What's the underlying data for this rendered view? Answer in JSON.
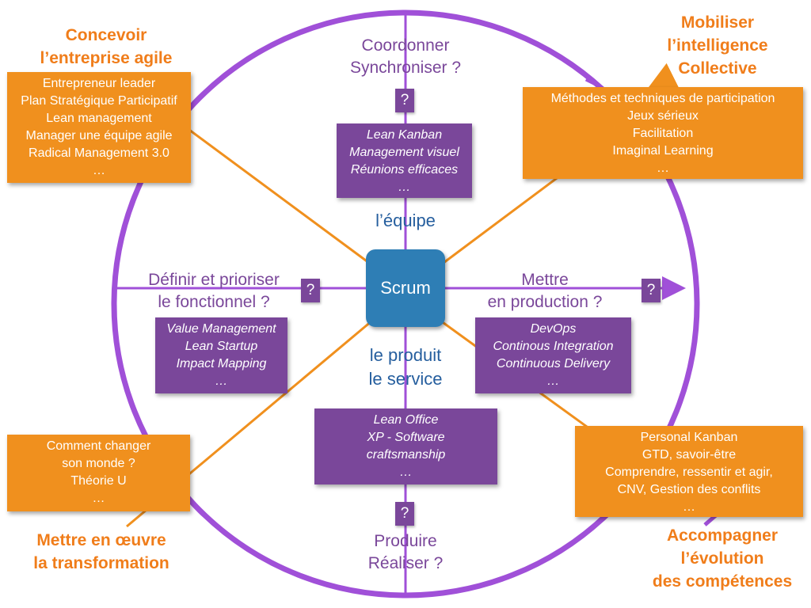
{
  "center": {
    "label": "Scrum"
  },
  "axes": {
    "top": {
      "title": [
        "Coordonner",
        "Synchroniser ?"
      ],
      "q": "?",
      "tag": [
        "l’équipe"
      ],
      "items": [
        "Lean Kanban",
        "Management visuel",
        "Réunions efficaces",
        "…"
      ]
    },
    "left": {
      "title": [
        "Définir et prioriser",
        "le fonctionnel ?"
      ],
      "q": "?",
      "items": [
        "Value Management",
        "Lean Startup",
        "Impact Mapping",
        "…"
      ]
    },
    "right": {
      "title": [
        "Mettre",
        "en production ?"
      ],
      "q": "?",
      "items": [
        "DevOps",
        "Continous Integration",
        "Continuous Delivery",
        "…"
      ]
    },
    "bottom": {
      "title": [
        "Produire",
        "Réaliser ?"
      ],
      "q": "?",
      "tag": [
        "le produit",
        "le service"
      ],
      "items": [
        "Lean Office",
        "XP - Software",
        "craftsmanship",
        "…"
      ]
    }
  },
  "corners": {
    "top_left": {
      "title": [
        "Concevoir",
        "l’entreprise agile"
      ],
      "items": [
        "Entrepreneur leader",
        "Plan Stratégique Participatif",
        "Lean management",
        "Manager une équipe agile",
        "Radical Management 3.0",
        "…"
      ]
    },
    "top_right": {
      "title": [
        "Mobiliser",
        "l’intelligence",
        "Collective"
      ],
      "items": [
        "Méthodes et techniques de participation",
        "Jeux sérieux",
        "Facilitation",
        "Imaginal Learning",
        "…"
      ]
    },
    "bottom_left": {
      "title": [
        "Mettre en œuvre",
        "la transformation"
      ],
      "items": [
        "Comment changer",
        "son monde ?",
        "Théorie U",
        "…"
      ]
    },
    "bottom_right": {
      "title": [
        "Accompagner",
        "l’évolution",
        "des compétences"
      ],
      "items": [
        "Personal Kanban",
        "GTD, savoir-être",
        "Comprendre, ressentir et agir,",
        "CNV, Gestion des conflits",
        "…"
      ]
    }
  },
  "colors": {
    "purple": "#7a479a",
    "orange": "#f0901e",
    "orange_title": "#f07d1a",
    "blue_text": "#255e9e",
    "scrum_blue": "#2e7eb5",
    "circle": "#a050d8"
  }
}
